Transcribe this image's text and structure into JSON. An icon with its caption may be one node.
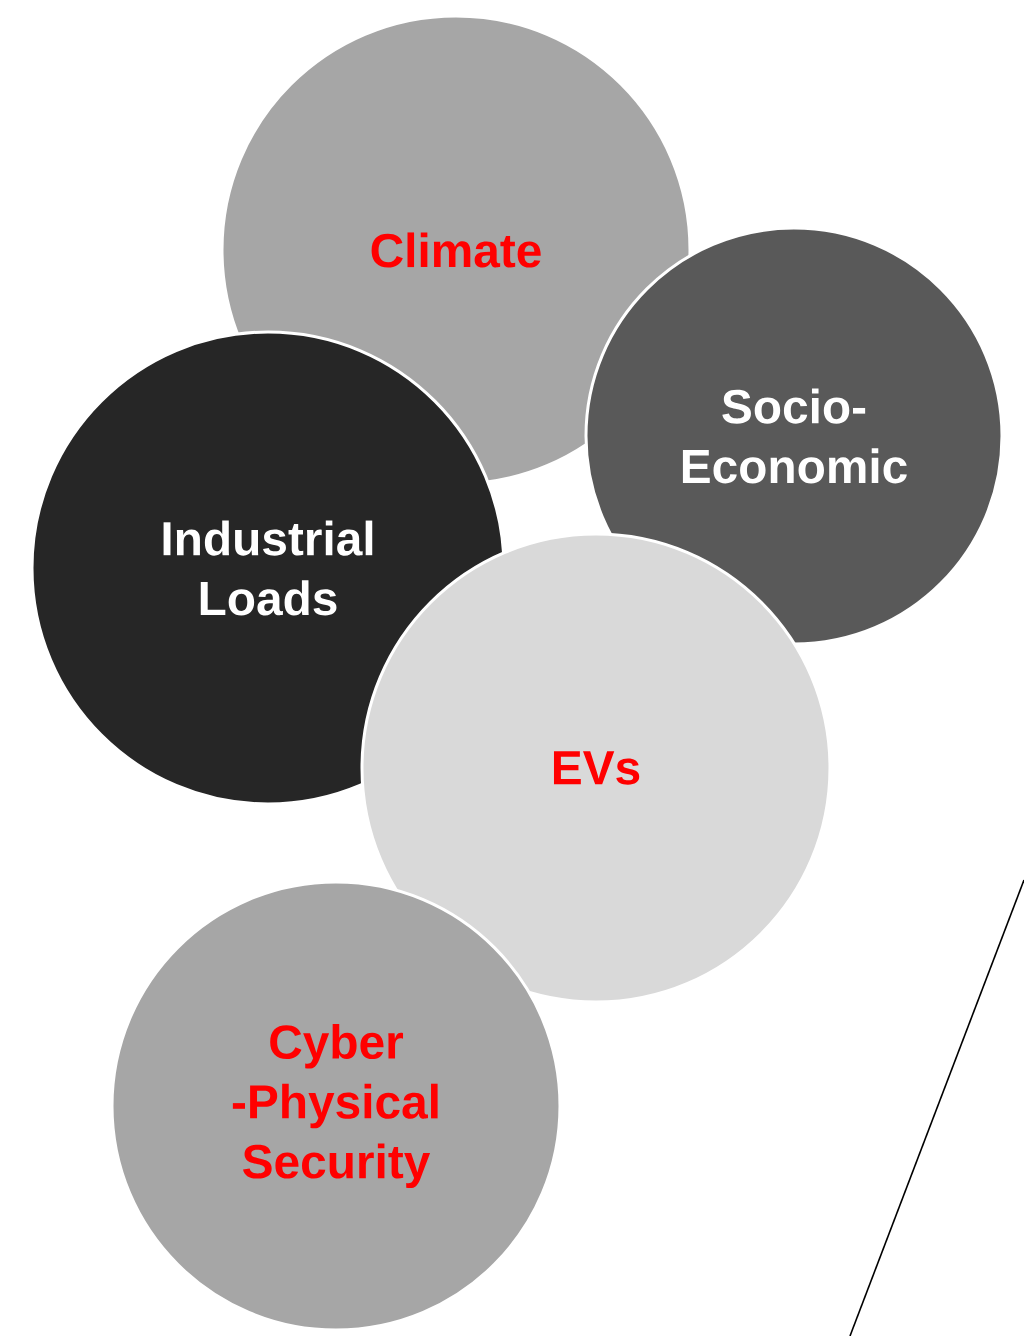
{
  "diagram": {
    "nodes": [
      {
        "text": [
          "Climate"
        ]
      },
      {
        "text": [
          "Socio- Economic"
        ]
      },
      {
        "text": [
          "Industrial Loads"
        ]
      },
      {
        "text": [
          "EVs"
        ]
      },
      {
        "text": [
          "Cyber -Physical Security"
        ]
      }
    ]
  }
}
